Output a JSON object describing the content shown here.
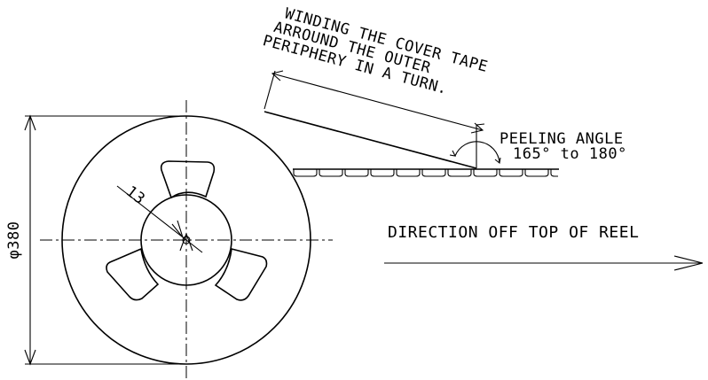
{
  "diagram": {
    "note_lines": [
      "WINDING THE COVER TAPE",
      "ARROUND THE OUTER",
      "PERIPHERY IN A TURN."
    ],
    "peeling_label": "PEELING ANGLE",
    "peeling_range": "165° to 180°",
    "direction_label": "DIRECTION OFF TOP OF REEL",
    "diameter_label": "φ380",
    "hub_dimension": "13"
  }
}
